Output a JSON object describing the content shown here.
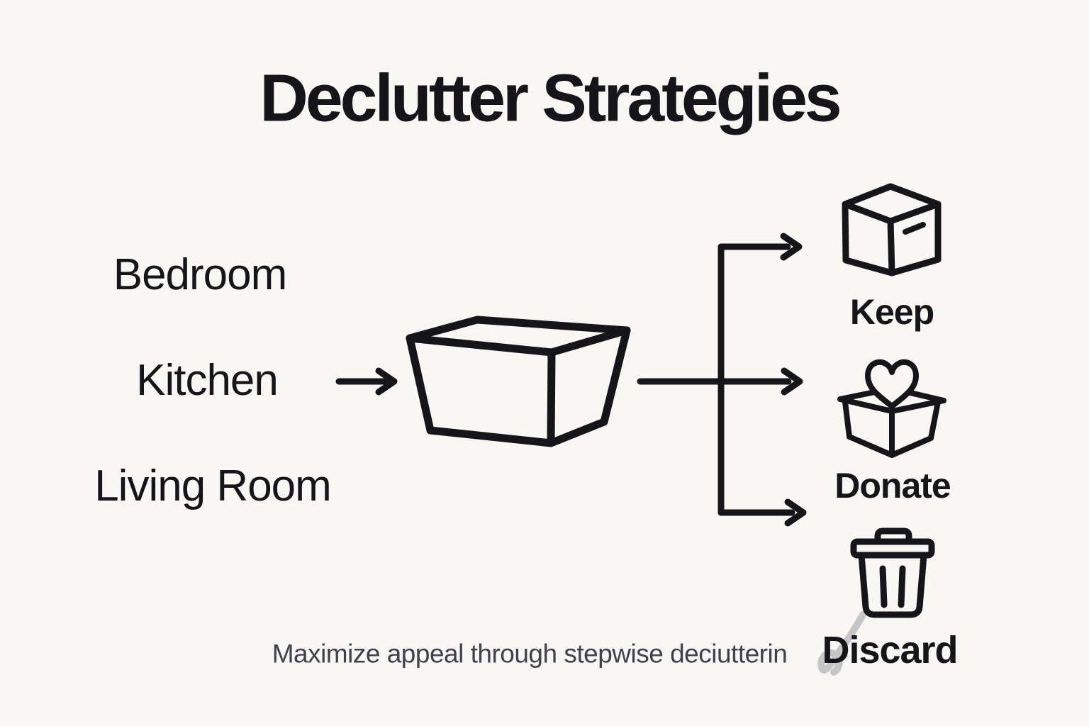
{
  "title": "Declutter Strategies",
  "subtitle": "Maximize appeal through stepwise deciutterin",
  "rooms": [
    {
      "label": "Bedroom"
    },
    {
      "label": "Kitchen"
    },
    {
      "label": "Living Room"
    }
  ],
  "flow": {
    "source_icon": "open-box-icon",
    "strategies": [
      {
        "label": "Keep",
        "icon": "cardboard-box-icon"
      },
      {
        "label": "Donate",
        "icon": "heart-donation-box-icon"
      },
      {
        "label": "Discard",
        "icon": "trash-can-icon"
      }
    ]
  },
  "decorations": [
    {
      "name": "g-swoosh-artifact",
      "color": "#bdbdbd"
    }
  ],
  "colors": {
    "background": "#f8f7f3",
    "ink": "#16161a",
    "subtitle_text": "#3e424c",
    "artifact_gray": "#bdbdbd"
  }
}
